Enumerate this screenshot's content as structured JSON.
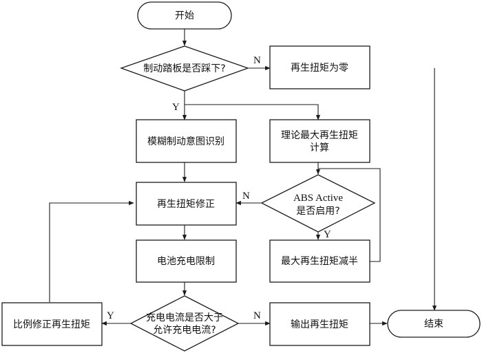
{
  "nodes": {
    "start": "开始",
    "brake_question": "制动踏板是否踩下?",
    "regen_zero": "再生扭矩为零",
    "fuzzy_intent": "模糊制动意图识别",
    "theory_max_line1": "理论最大再生扭矩",
    "theory_max_line2": "计算",
    "abs_line1": "ABS Active",
    "abs_line2": "是否启用?",
    "regen_correction": "再生扭矩修正",
    "max_halve": "最大再生扭矩减半",
    "battery_limit": "电池充电限制",
    "charge_line1": "充电电流是否大于",
    "charge_line2": "允许充电电流?",
    "proportional": "比例修正再生扭矩",
    "output_regen": "输出再生扭矩",
    "end": "结束"
  },
  "labels": {
    "brake_no": "N",
    "brake_yes": "Y",
    "abs_no": "N",
    "abs_yes": "Y",
    "charge_yes": "Y",
    "charge_no": "N"
  },
  "colors": {
    "stroke": "#1a1a1a",
    "fill": "#ffffff",
    "text": "#111111"
  }
}
